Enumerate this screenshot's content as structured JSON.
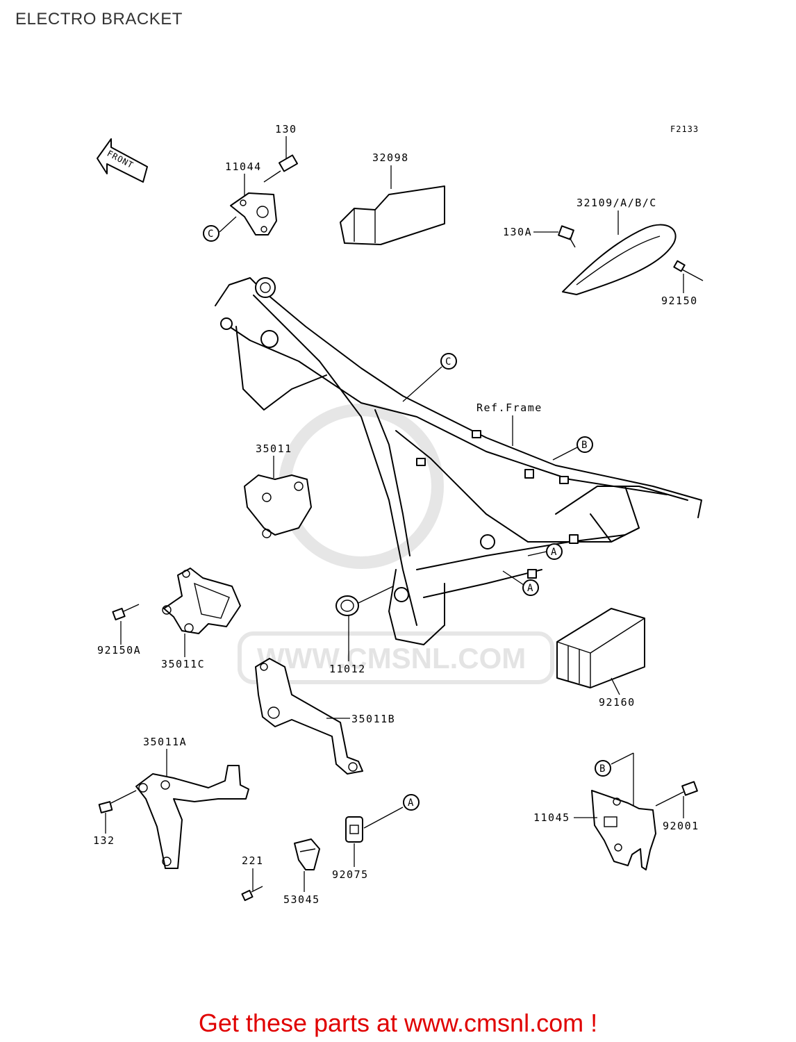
{
  "page": {
    "title": "ELECTRO BRACKET",
    "figure_code": "F2133",
    "watermark": "WWW.CMSNL.COM",
    "footer": "Get these parts at www.cmsnl.com !"
  },
  "front_arrow": {
    "label": "FRONT"
  },
  "parts": {
    "p130": "130",
    "p11044": "11044",
    "p32098": "32098",
    "p32109": "32109/A/B/C",
    "p130A": "130A",
    "p92150": "92150",
    "p35011": "35011",
    "refframe": "Ref.Frame",
    "p92150A": "92150A",
    "p35011C": "35011C",
    "p11012": "11012",
    "p92160": "92160",
    "p35011B": "35011B",
    "p35011A": "35011A",
    "p132": "132",
    "p221": "221",
    "p53045": "53045",
    "p92075": "92075",
    "p11045": "11045",
    "p92001": "92001"
  },
  "callouts": {
    "A": "A",
    "B": "B",
    "C": "C"
  },
  "colors": {
    "footer": "#e00000",
    "line": "#000000",
    "watermark": "#e4e4e4"
  }
}
